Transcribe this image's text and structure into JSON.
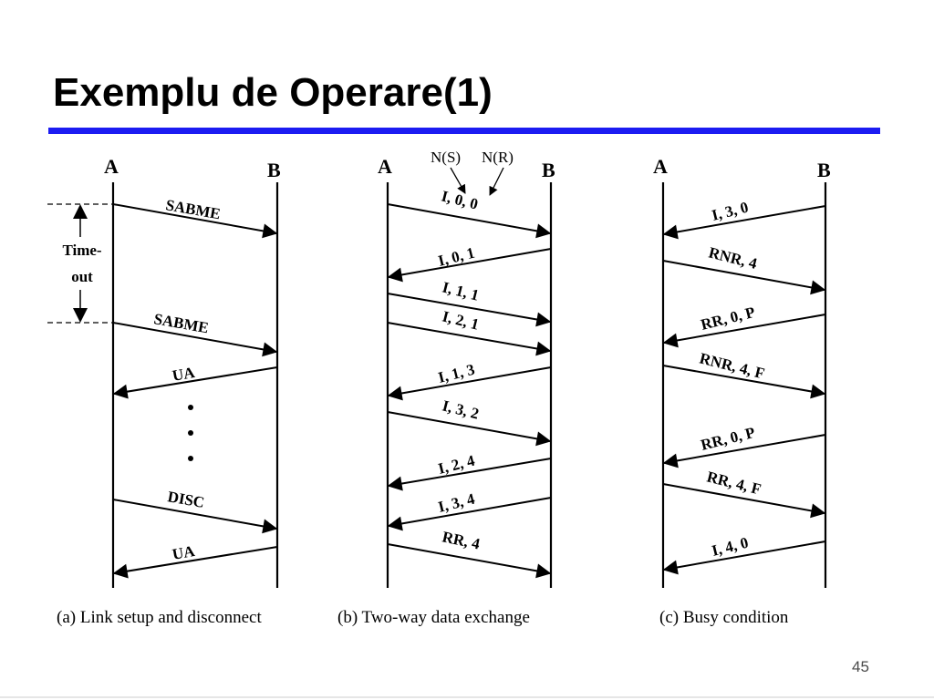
{
  "slide": {
    "title": "Exemplu de Operare(1)",
    "page_number": "45",
    "accent_color": "#1c1cf2"
  },
  "diagrams": {
    "a": {
      "left_station": "A",
      "right_station": "B",
      "caption": "(a) Link setup and disconnect",
      "timeout_label_1": "Time-",
      "timeout_label_2": "out",
      "messages": [
        "SABME",
        "SABME",
        "UA",
        "DISC",
        "UA"
      ]
    },
    "b": {
      "left_station": "A",
      "right_station": "B",
      "caption": "(b) Two-way data exchange",
      "ns_label": "N(S)",
      "nr_label": "N(R)",
      "messages": [
        "I, 0, 0",
        "I, 0, 1",
        "I, 1, 1",
        "I, 2, 1",
        "I, 1, 3",
        "I, 3, 2",
        "I, 2, 4",
        "I, 3, 4",
        "RR, 4"
      ]
    },
    "c": {
      "left_station": "A",
      "right_station": "B",
      "caption": "(c) Busy condition",
      "messages": [
        "I, 3, 0",
        "RNR, 4",
        "RR, 0, P",
        "RNR, 4, F",
        "RR, 0, P",
        "RR, 4, F",
        "I, 4, 0"
      ]
    }
  }
}
